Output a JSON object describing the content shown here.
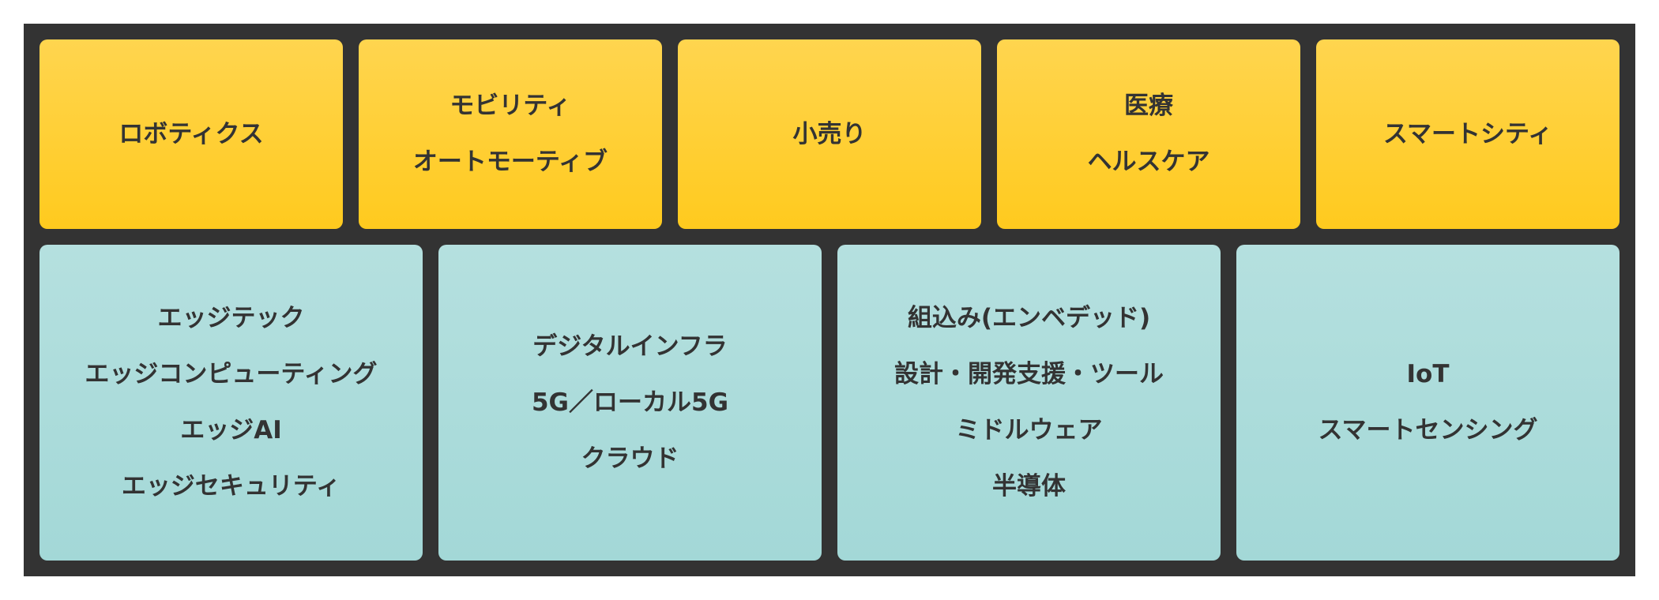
{
  "colors": {
    "frame": "#333333",
    "top_card": "#FFCA28",
    "bottom_card": "#A9DADA",
    "text": "#333333"
  },
  "top_row": [
    {
      "lines": [
        "ロボティクス"
      ]
    },
    {
      "lines": [
        "モビリティ",
        "オートモーティブ"
      ]
    },
    {
      "lines": [
        "小売り"
      ]
    },
    {
      "lines": [
        "医療",
        "ヘルスケア"
      ]
    },
    {
      "lines": [
        "スマートシティ"
      ]
    }
  ],
  "bottom_row": [
    {
      "lines": [
        "エッジテック",
        "エッジコンピューティング",
        "エッジAI",
        "エッジセキュリティ"
      ]
    },
    {
      "lines": [
        "デジタルインフラ",
        "5G／ローカル5G",
        "クラウド"
      ]
    },
    {
      "lines": [
        "組込み(エンベデッド)",
        "設計・開発支援・ツール",
        "ミドルウェア",
        "半導体"
      ]
    },
    {
      "lines": [
        "IoT",
        "スマートセンシング"
      ]
    }
  ]
}
